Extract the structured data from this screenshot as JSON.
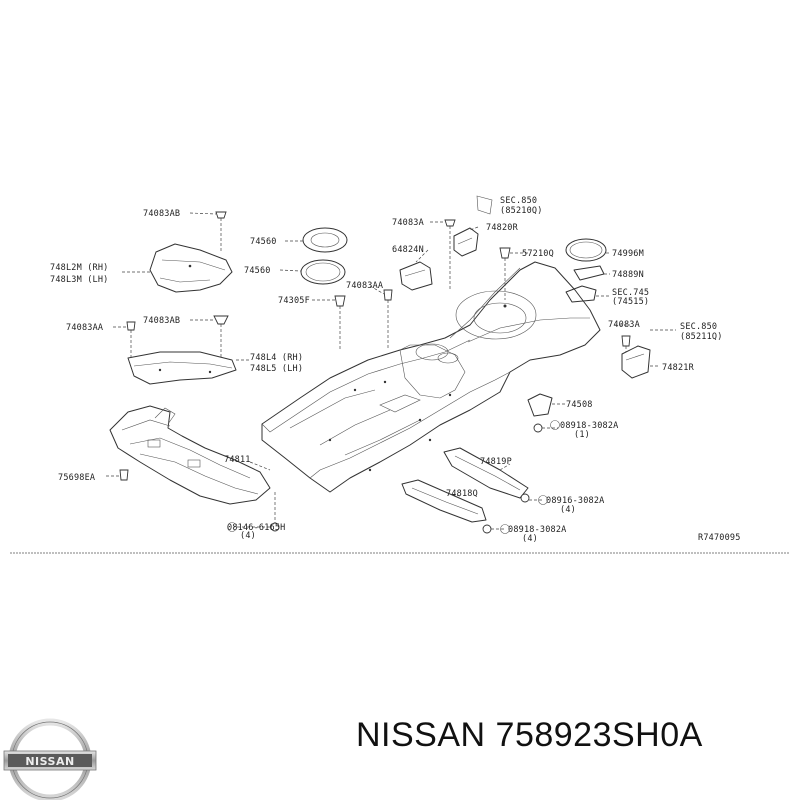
{
  "brand": "NISSAN",
  "part_number": "758923SH0A",
  "diagram": {
    "reference_code": "R7470095",
    "callouts": [
      "74083AB",
      "748L2M (RH)",
      "748L3M (LH)",
      "74083AA",
      "74083AB",
      "748L4 (RH)",
      "748L5 (LH)",
      "75698EA",
      "74811",
      "08146-6165H",
      "(4)",
      "74560",
      "74560",
      "74305F",
      "74083AA",
      "74083A",
      "64824N",
      "SEC.850",
      "(85210Q)",
      "74820R",
      "57210Q",
      "74996M",
      "74889N",
      "SEC.745",
      "(74515)",
      "74083A",
      "SEC.850",
      "(85211Q)",
      "74821R",
      "74508",
      "08918-3082A",
      "(1)",
      "74819P",
      "08916-3082A",
      "(4)",
      "74818Q",
      "08918-3082A",
      "(4)"
    ]
  }
}
